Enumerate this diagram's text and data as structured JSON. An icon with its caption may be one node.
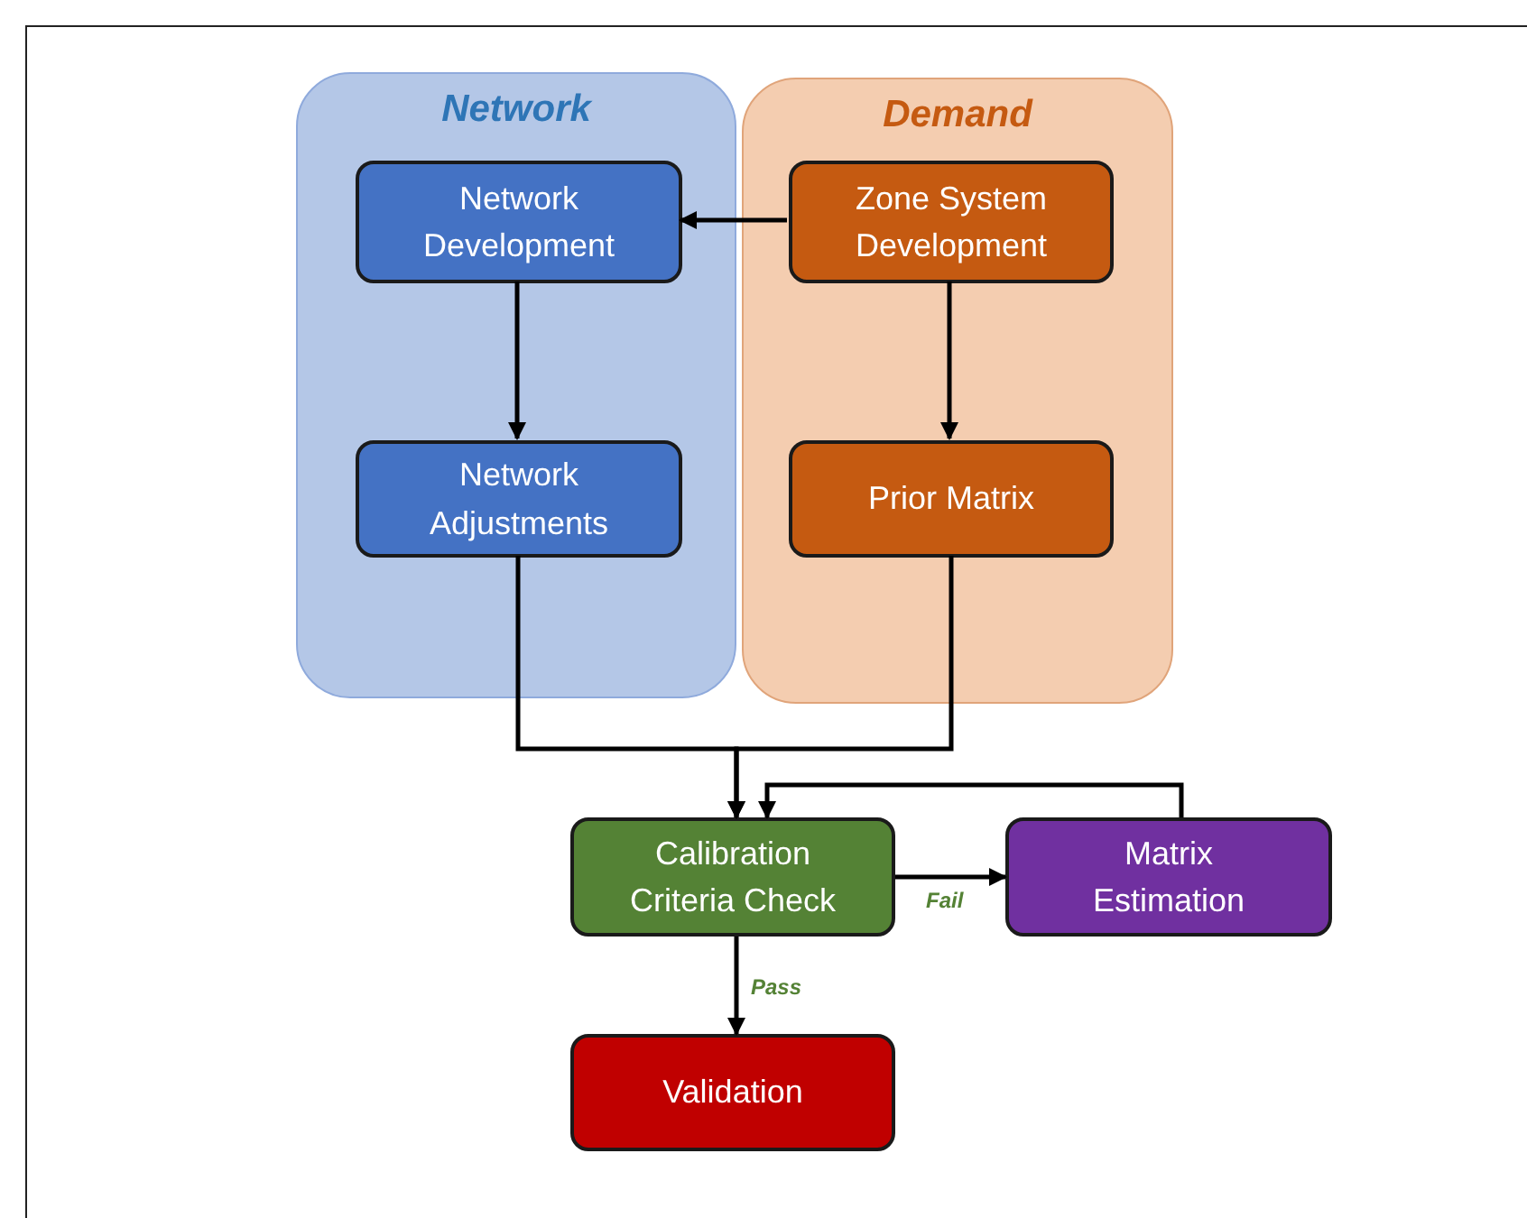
{
  "diagram": {
    "nodes": [
      {
        "text": [
          "Network"
        ]
      },
      {
        "text": [
          "Network Development"
        ],
        "in": 0
      },
      {
        "text": [
          "Network Adjustments"
        ],
        "in": 0
      },
      {
        "text": [
          "Demand"
        ]
      },
      {
        "text": [
          "Zone System Development"
        ],
        "in": 3
      },
      {
        "text": [
          "Prior Matrix"
        ],
        "in": 3
      },
      {
        "text": [
          "Calibration Criteria Check"
        ]
      },
      {
        "text": [
          "Matrix Estimation"
        ]
      },
      {
        "text": [
          "Validation"
        ]
      }
    ],
    "edges": [
      {
        "from": 4,
        "to": 1,
        "arrow": "to"
      },
      {
        "from": 1,
        "to": 2,
        "arrow": "to"
      },
      {
        "from": 4,
        "to": 5,
        "arrow": "to"
      },
      {
        "from": 2,
        "to": 6,
        "arrow": "to"
      },
      {
        "from": 5,
        "to": 6,
        "arrow": "to"
      },
      {
        "from": 6,
        "to": 7,
        "label": "Fail",
        "arrow": "to"
      },
      {
        "from": 7,
        "to": 6,
        "arrow": "to"
      },
      {
        "from": 6,
        "to": 8,
        "label": "Pass",
        "arrow": "to"
      }
    ]
  }
}
